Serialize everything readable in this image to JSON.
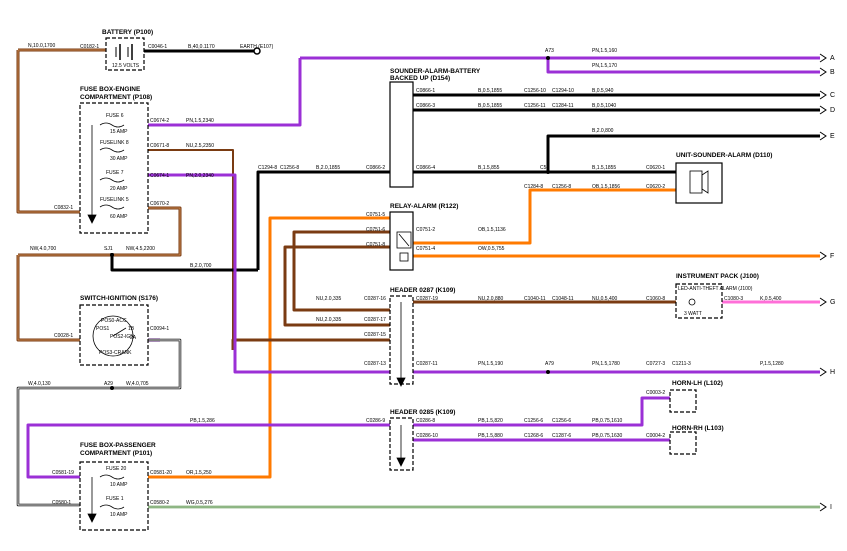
{
  "components": {
    "battery": {
      "title": "BATTERY (P100)",
      "voltage": "12.5 VOLTS",
      "conn_left": "C0182-1",
      "conn_right": "C0046-1",
      "wire": "B,40,0.1170",
      "earth": "EARTH (E107)"
    },
    "fuse_engine": {
      "title1": "FUSE BOX-ENGINE",
      "title2": "COMPARTMENT (P108)",
      "fuses": [
        {
          "name": "FUSE 6",
          "rating": "15 AMP"
        },
        {
          "name": "FUSELINK 8",
          "rating": "30 AMP"
        },
        {
          "name": "FUSE 7",
          "rating": "20 AMP"
        },
        {
          "name": "FUSELINK 5",
          "rating": "60 AMP"
        }
      ],
      "conns": [
        "C0674-2",
        "C0671-8",
        "C0674-1",
        "C0670-2"
      ],
      "conn_left": "C0832-1",
      "wires": [
        "PN,1.5,2340",
        "NU,2.5,2350",
        "PN,2.0,2340"
      ]
    },
    "sounder_battery": {
      "title1": "SOUNDER-ALARM-BATTERY",
      "title2": "BACKED UP (D154)"
    },
    "switch_ignition": {
      "title": "SWITCH-IGNITION (S176)",
      "positions": [
        "POS0-ACC",
        "POS1",
        "POS2-IGN",
        "POS3-CRANK"
      ],
      "pins": [
        "1B",
        "3B",
        "2A",
        "5B"
      ],
      "conn_left": "C0028-1",
      "conn_right": "C0094-1"
    },
    "relay_alarm": {
      "title": "RELAY-ALARM (R122)",
      "conns": [
        "C0751-5",
        "C0751-6",
        "C0751-8",
        "C0751-2",
        "C0751-4"
      ]
    },
    "unit_sounder": {
      "title": "UNIT-SOUNDER-ALARM (D110)",
      "conns": [
        "C0620-1",
        "C0620-2"
      ]
    },
    "instrument_pack": {
      "title": "INSTRUMENT PACK (J100)",
      "led": "LED-ANTI-THEFT ALARM (J100)",
      "watt": "3 WATT",
      "conns": [
        "C1060-8",
        "C1080-3"
      ]
    },
    "header_0287": {
      "title": "HEADER 0287 (K109)",
      "left_conns": [
        "C0287-16",
        "C0287-17",
        "C0287-15",
        "C0287-13"
      ],
      "right_conns": [
        "C0287-19",
        "C0287-11"
      ]
    },
    "header_0285": {
      "title": "HEADER 0285 (K109)",
      "left_conns": [
        "C0286-9"
      ],
      "right_conns": [
        "C0286-8",
        "C0286-10"
      ]
    },
    "horn_lh": {
      "title": "HORN-LH (L102)",
      "conn": "C0003-2"
    },
    "horn_rh": {
      "title": "HORN-RH (L103)",
      "conn": "C0004-2"
    },
    "fuse_passenger": {
      "title1": "FUSE BOX-PASSENGER",
      "title2": "COMPARTMENT (P101)",
      "fuses": [
        {
          "name": "FUSE 20",
          "rating": "10 AMP"
        },
        {
          "name": "FUSE 1",
          "rating": "10 AMP"
        }
      ],
      "conns_left": [
        "C0581-19",
        "C0580-1"
      ],
      "conns_right": [
        "C0581-20",
        "C0580-2"
      ]
    }
  },
  "labels": {
    "n_battery": "N,10.0,1700",
    "a73": "A73",
    "pn160": "PN,1.5,160",
    "pn170": "PN,1.5,170",
    "c0866_1": "C0866-1",
    "c0866_3": "C0866-3",
    "c0866_4": "C0866-4",
    "c0866_2": "C0866-2",
    "b1855": "B,0.5,1855",
    "b1855b": "B,0.5,1855",
    "c1256_10": "C1256-10",
    "c1294_10": "C1294-10",
    "c1256_11": "C1256-11",
    "c1284_11": "C1284-11",
    "b0940": "B,0.5,940",
    "b1040": "B,0.5,1040",
    "b2800": "B,2.0,800",
    "c1294_8": "C1294-8",
    "c1256_8": "C1256-8",
    "b1855c": "B,2.0,1855",
    "b855": "B,1.5,855",
    "c5": "C5",
    "b1855d": "B,1.5,1855",
    "c1284_8b": "C1284-8",
    "c1256_8b": "C1256-8",
    "ob1856": "OB,1.5,1856",
    "nw700": "NW,4.0,700",
    "sj1": "SJ1",
    "nw2200": "NW,4.5,2200",
    "b700": "B,2.0,700",
    "ob1136": "OB,1.5,1136",
    "ow755": "OW,0.5,755",
    "nu335": "NU,2.0,335",
    "nu335b": "NU,2.0,335",
    "nu880": "NU,2.0,880",
    "c1040": "C1040-11",
    "c1048": "C1048-11",
    "nu400": "NU,0.5,400",
    "k400": "K,0.5,400",
    "pn190": "PN,1.5,190",
    "a79": "A79",
    "pn1780": "PN,1.5,1780",
    "c0727": "C0727-3",
    "c1211": "C1211-3",
    "p1280": "P,1.5,1280",
    "w130": "W,4.0,130",
    "a29": "A29",
    "w705": "W,4.0,705",
    "pb286": "PB,1.5,286",
    "pb820": "PB,1.5,820",
    "c1256_6": "C1256-6",
    "c1256_6b": "C1256-6",
    "pb1610": "PB,0.75,1610",
    "pb880": "PB,1.5,880",
    "c1268_6": "C1268-6",
    "c1287_6": "C1287-6",
    "pb1630": "PB,0.75,1630",
    "or250": "OR,1.5,250",
    "wg276": "WG,0.5,276"
  },
  "terminals": [
    "A",
    "B",
    "C",
    "D",
    "E",
    "F",
    "G",
    "H",
    "I"
  ],
  "colors": {
    "black": "#000000",
    "brown": "#7a3b12",
    "purple": "#9b30d6",
    "orange": "#ff7a00",
    "pink": "#ff6fd8",
    "green": "#4a8a3a"
  }
}
